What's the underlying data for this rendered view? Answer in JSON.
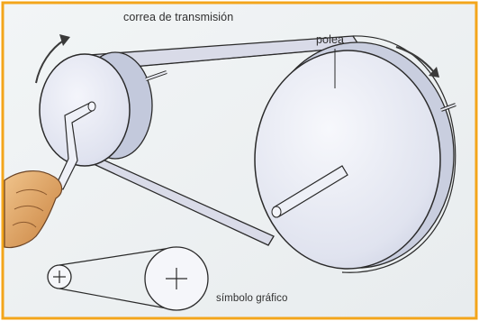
{
  "labels": {
    "belt": "correa de transmisión",
    "pulley": "polea",
    "symbol": "símbolo gráfico"
  },
  "colors": {
    "frame": "#f3a51b",
    "background": "#eef2f3",
    "pulley_face": "#dfe2ef",
    "pulley_edge": "#b8bfd4",
    "belt": "#d9dbe8",
    "outline": "#2a2a2a",
    "hand": "#d99a62"
  },
  "icons": {
    "rotation_left": "curved-arrow-icon",
    "rotation_right": "curved-arrow-icon",
    "hand": "hand-icon",
    "symbol_small": "small-pulley-symbol-icon",
    "symbol_large": "large-pulley-symbol-icon"
  }
}
